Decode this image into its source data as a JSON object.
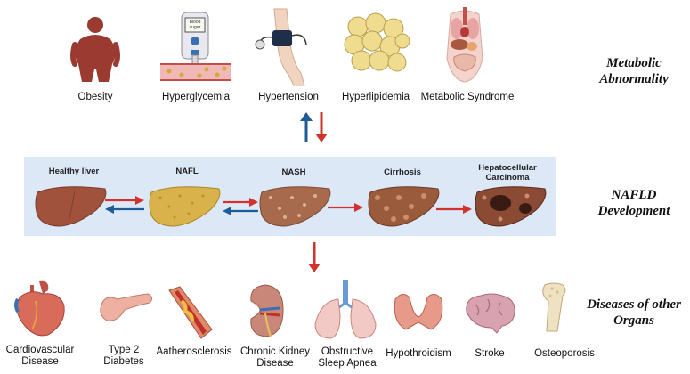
{
  "sections": {
    "metabolic": "Metabolic Abnormality",
    "nafld": "NAFLD Development",
    "diseases": "Diseases of other Organs"
  },
  "metabolic_items": [
    {
      "label": "Obesity",
      "icon": "obese-person-icon"
    },
    {
      "label": "Hyperglycemia",
      "icon": "glucose-meter-icon"
    },
    {
      "label": "Hypertension",
      "icon": "blood-pressure-cuff-icon"
    },
    {
      "label": "Hyperlipidemia",
      "icon": "fat-cells-icon"
    },
    {
      "label": "Metabolic Syndrome",
      "icon": "torso-organs-icon"
    }
  ],
  "glucose_meter_text": "Blood sugar",
  "stages": [
    {
      "label": "Healthy liver",
      "color": "#a0523d"
    },
    {
      "label": "NAFL",
      "color": "#d9b24c"
    },
    {
      "label": "NASH",
      "color": "#a86a4c"
    },
    {
      "label": "Cirrhosis",
      "color": "#9a5a3c"
    },
    {
      "label": "Hepatocellular Carcinoma",
      "color": "#8a4a34"
    }
  ],
  "diseases": [
    {
      "label": "Cardiovascular Disease",
      "icon": "heart-icon"
    },
    {
      "label": "Type 2 Diabetes",
      "icon": "pancreas-icon"
    },
    {
      "label": "Aatherosclerosis",
      "icon": "artery-plaque-icon"
    },
    {
      "label": "Chronic Kidney Disease",
      "icon": "kidney-icon"
    },
    {
      "label": "Obstructive Sleep Apnea",
      "icon": "lungs-icon"
    },
    {
      "label": "Hypothroidism",
      "icon": "thyroid-icon"
    },
    {
      "label": "Stroke",
      "icon": "brain-icon"
    },
    {
      "label": "Osteoporosis",
      "icon": "bone-icon"
    }
  ],
  "colors": {
    "arrow_red": "#d1332c",
    "arrow_blue": "#1f5a94",
    "band": "#dde8f7"
  }
}
